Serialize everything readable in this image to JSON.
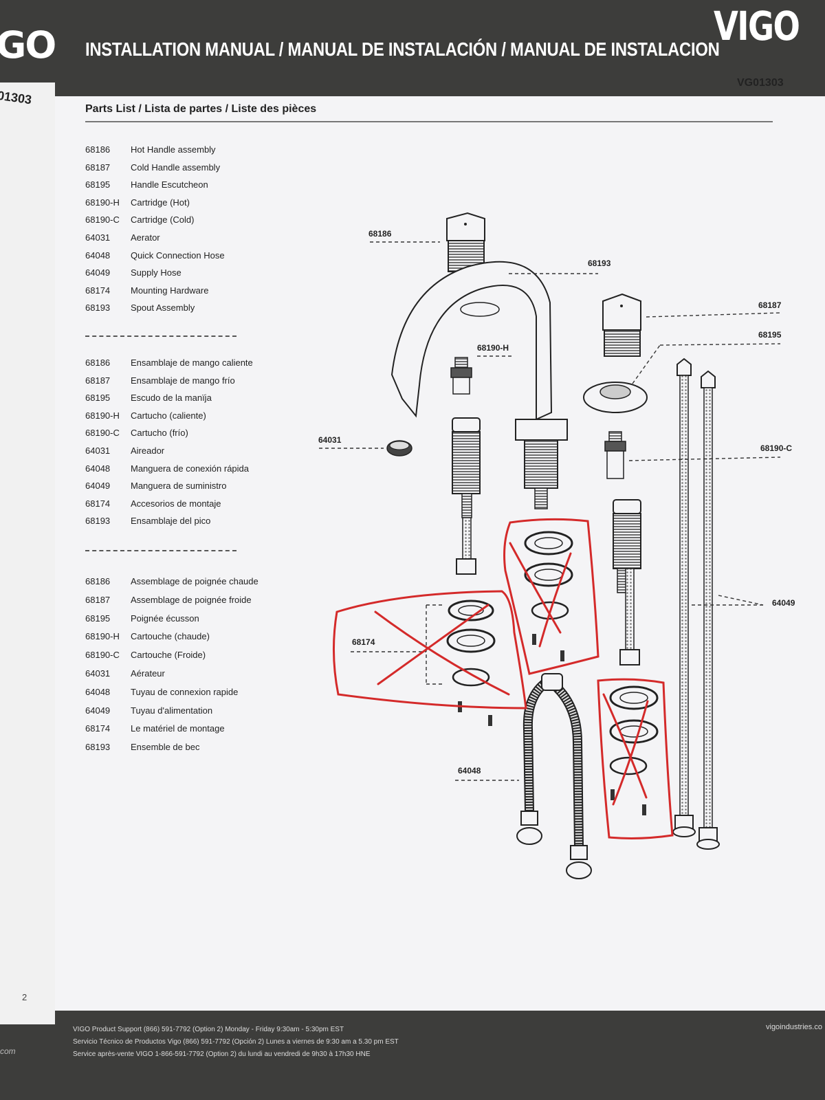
{
  "left_page": {
    "logo": "GO",
    "code": "01303",
    "page_number": "2",
    "site": "com"
  },
  "header": {
    "title": "INSTALLATION MANUAL / MANUAL DE INSTALACIÓN / MANUAL DE INSTALACION",
    "logo": "VIGO",
    "model": "VG01303"
  },
  "parts_title": "Parts List / Lista de partes / Liste des pièces",
  "parts_english": [
    {
      "num": "68186",
      "desc": "Hot Handle assembly"
    },
    {
      "num": "68187",
      "desc": "Cold Handle assembly"
    },
    {
      "num": "68195",
      "desc": "Handle Escutcheon"
    },
    {
      "num": "68190-H",
      "desc": "Cartridge (Hot)"
    },
    {
      "num": "68190-C",
      "desc": "Cartridge (Cold)"
    },
    {
      "num": "64031",
      "desc": "Aerator"
    },
    {
      "num": "64048",
      "desc": "Quick Connection Hose"
    },
    {
      "num": "64049",
      "desc": "Supply Hose"
    },
    {
      "num": "68174",
      "desc": "Mounting Hardware"
    },
    {
      "num": "68193",
      "desc": "Spout Assembly"
    }
  ],
  "parts_spanish": [
    {
      "num": "68186",
      "desc": "Ensamblaje de mango caliente"
    },
    {
      "num": "68187",
      "desc": "Ensamblaje de mango frío"
    },
    {
      "num": "68195",
      "desc": "Escudo de la manïja"
    },
    {
      "num": "68190-H",
      "desc": "Cartucho (caliente)"
    },
    {
      "num": "68190-C",
      "desc": "Cartucho (frío)"
    },
    {
      "num": "64031",
      "desc": "Aireador"
    },
    {
      "num": "64048",
      "desc": "Manguera de conexión rápida"
    },
    {
      "num": "64049",
      "desc": "Manguera de suministro"
    },
    {
      "num": "68174",
      "desc": "Accesorios de montaje"
    },
    {
      "num": "68193",
      "desc": "Ensamblaje del pico"
    }
  ],
  "parts_french": [
    {
      "num": "68186",
      "desc": "Assemblage de poignée chaude"
    },
    {
      "num": "68187",
      "desc": "Assemblage de poignée froide"
    },
    {
      "num": "68195",
      "desc": "Poignée écusson"
    },
    {
      "num": "68190-H",
      "desc": "Cartouche (chaude)"
    },
    {
      "num": "68190-C",
      "desc": "Cartouche (Froide)"
    },
    {
      "num": "64031",
      "desc": "Aérateur"
    },
    {
      "num": "64048",
      "desc": "Tuyau de connexion rapide"
    },
    {
      "num": "64049",
      "desc": "Tuyau d'alimentation"
    },
    {
      "num": "68174",
      "desc": "Le matériel de montage"
    },
    {
      "num": "68193",
      "desc": "Ensemble de bec"
    }
  ],
  "callouts": {
    "hot_handle": "68186",
    "spout": "68193",
    "cold_handle": "68187",
    "escutcheon": "68195",
    "cartridge_hot": "68190-H",
    "aerator": "64031",
    "cartridge_cold": "68190-C",
    "supply_hose": "64049",
    "mounting_hardware": "68174",
    "quick_hose": "64048"
  },
  "footer": {
    "line1": "VIGO Product Support  (866) 591-7792 (Option 2) Monday - Friday 9:30am - 5:30pm EST",
    "line2": "Servicio Técnico de Productos Vigo (866) 591-7792 (Opción 2) Lunes a viernes de 9:30 am a 5.30 pm EST",
    "line3": "Service après-vente VIGO 1-866-591-7792 (Option 2) du lundi au vendredi de 9h30 à 17h30 HNE",
    "site": "vigoindustries.co"
  },
  "colors": {
    "header": "#3d3d3b",
    "annotation": "#d42a2a",
    "page": "#f4f4f6"
  }
}
